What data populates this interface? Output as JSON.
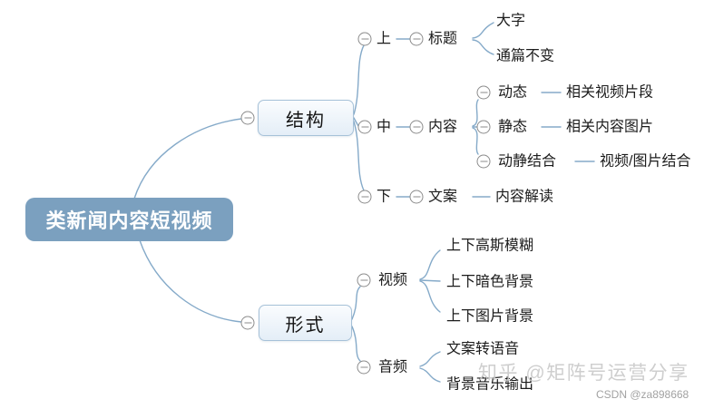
{
  "mindmap": {
    "root": "类新闻内容短视频",
    "structure": {
      "label": "结构",
      "top": {
        "level": "上",
        "node": "标题",
        "leaf1": "大字",
        "leaf2": "通篇不变"
      },
      "middle": {
        "level": "中",
        "node": "内容",
        "dynamic": {
          "label": "动态",
          "leaf": "相关视频片段"
        },
        "static": {
          "label": "静态",
          "leaf": "相关内容图片"
        },
        "mixed": {
          "label": "动静结合",
          "leaf": "视频/图片结合"
        }
      },
      "bottom": {
        "level": "下",
        "node": "文案",
        "leaf": "内容解读"
      }
    },
    "form": {
      "label": "形式",
      "video": {
        "label": "视频",
        "leaf1": "上下高斯模糊",
        "leaf2": "上下暗色背景",
        "leaf3": "上下图片背景"
      },
      "audio": {
        "label": "音频",
        "leaf1": "文案转语音",
        "leaf2": "背景音乐输出"
      }
    }
  },
  "watermark": {
    "zhihu": "知乎 @矩阵号运营分享",
    "csdn": "CSDN @za898668"
  },
  "colors": {
    "root_fill": "#7ba0bf",
    "branch_border": "#a6c1d8",
    "branch_fill": "#e9f1f8",
    "connector": "#85aac9",
    "icon_gray": "#8b8b8b"
  }
}
